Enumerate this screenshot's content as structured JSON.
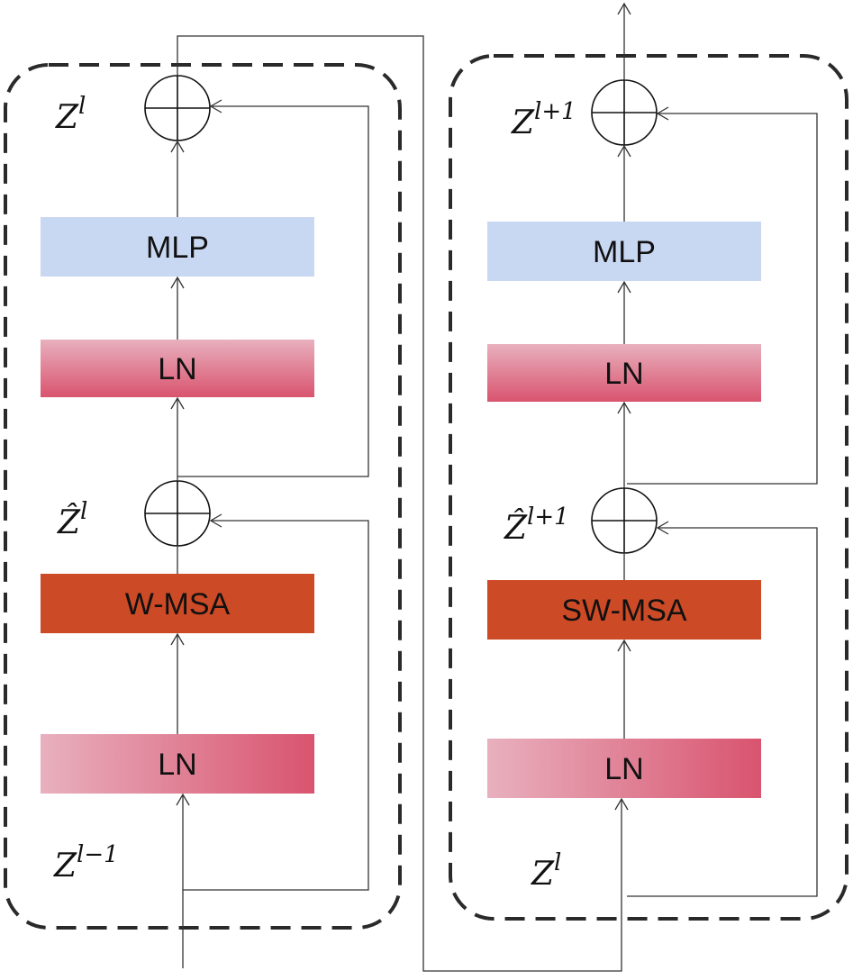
{
  "colors": {
    "mlp": "#c9d8f2",
    "ln_light": "#e8b0be",
    "ln_dark": "#d9546f",
    "msa": "#cc4a26",
    "frame": "#2a2a2a",
    "line": "#333333"
  },
  "left_block": {
    "top_sum_label_base": "Z",
    "top_sum_label_sup": "l",
    "mid_sum_label_base": "Ẑ",
    "mid_sum_label_sup": "l",
    "input_label_base": "Z",
    "input_label_sup": "l−1",
    "mlp_label": "MLP",
    "ln_upper_label": "LN",
    "attention_label": "W-MSA",
    "ln_lower_label": "LN"
  },
  "right_block": {
    "top_sum_label_base": "Z",
    "top_sum_label_sup": "l+1",
    "mid_sum_label_base": "Ẑ",
    "mid_sum_label_sup": "l+1",
    "input_label_base": "Z",
    "input_label_sup": "l",
    "mlp_label": "MLP",
    "ln_upper_label": "LN",
    "attention_label": "SW-MSA",
    "ln_lower_label": "LN"
  }
}
